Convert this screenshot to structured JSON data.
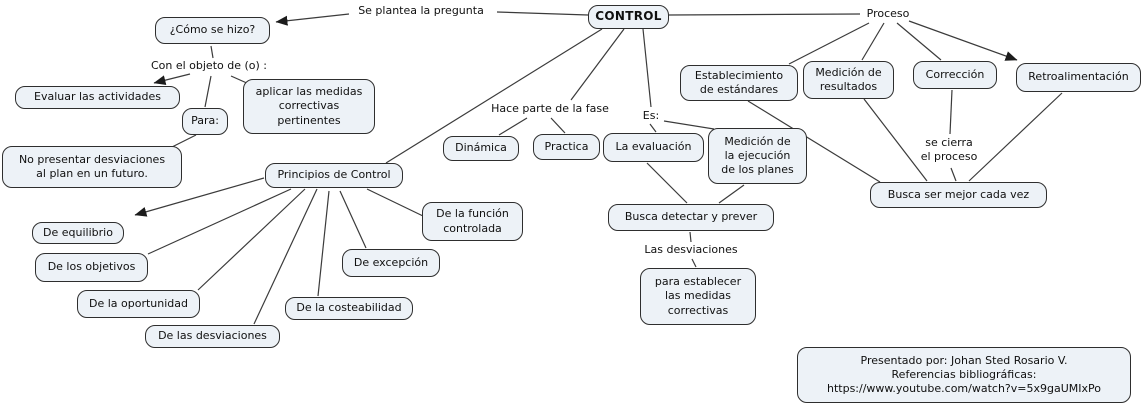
{
  "colors": {
    "background": "#ffffff",
    "node_fill": "#edf2f7",
    "node_border": "#2e2e2e",
    "line": "#3b3b3b",
    "arrow": "#1c1c1c",
    "text": "#101010"
  },
  "nodes": {
    "control": "CONTROL",
    "como_se_hizo": "¿Cómo se hizo?",
    "evaluar": "Evaluar las actividades",
    "para": "Para:",
    "aplicar": "aplicar las medidas\ncorrectivas\npertinentes",
    "no_presentar": "No presentar desviaciones\nal plan en un futuro.",
    "principios": "Principios de Control",
    "dinamica": "Dinámica",
    "practica": "Practica",
    "la_evaluacion": "La evaluación",
    "medicion_ejecucion": "Medición de\nla ejecución\nde los planes",
    "establecimiento": "Establecimiento\nde estándares",
    "medicion_resultados": "Medición de\nresultados",
    "correccion": "Corrección",
    "retroalimentacion": "Retroalimentación",
    "busca_mejor": "Busca ser mejor cada vez",
    "de_equilibrio": "De equilibrio",
    "de_los_objetivos": "De los objetivos",
    "de_la_oportunidad": "De la oportunidad",
    "de_las_desviaciones": "De las desviaciones",
    "de_la_costeabilidad": "De la costeabilidad",
    "de_excepcion": "De excepción",
    "de_la_funcion": "De la función\ncontrolada",
    "busca_detectar": "Busca detectar y prever",
    "para_establecer": "para establecer\nlas medidas\ncorrectivas",
    "credits": "Presentado por: Johan Sted Rosario V.\nReferencias bibliográficas:\nhttps://www.youtube.com/watch?v=5x9gaUMIxPo"
  },
  "linking_phrases": {
    "se_plantea": "Se plantea la pregunta",
    "proceso": "Proceso",
    "con_el_objeto": "Con el objeto de (o) :",
    "hace_parte": "Hace parte de la fase",
    "es": "Es:",
    "se_cierra": "se cierra\nel proceso",
    "las_desviaciones": "Las desviaciones"
  }
}
